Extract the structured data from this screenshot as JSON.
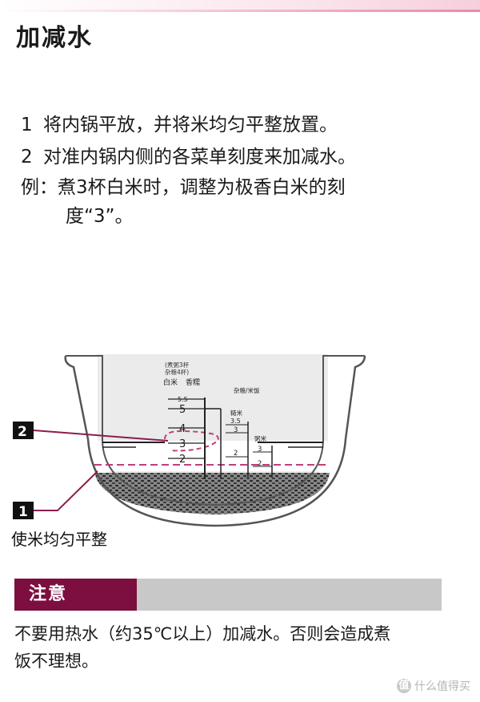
{
  "header": {
    "title": "加减水"
  },
  "steps": [
    {
      "num": "1",
      "text": "将内锅平放，并将米均匀平整放置。"
    },
    {
      "num": "2",
      "text": "对准内锅内侧的各菜单刻度来加减水。"
    }
  ],
  "example": {
    "line1": "例：煮3杯白米时，调整为极香白米的刻",
    "line2": "度“3”。"
  },
  "diagram": {
    "callout_1": "1",
    "callout_2": "2",
    "caption_1": "使米均匀平整",
    "top_note_line1": "(煮粥3杯",
    "top_note_line2": "杂粮4杯)",
    "col_white_rice": "白米",
    "col_fragrant": "香糯",
    "right_header": "杂粮/米饭",
    "mid_label": "糙米",
    "right_label": "粥米",
    "left_scale": [
      "5.5",
      "5",
      "4",
      "3",
      "2"
    ],
    "mid_scale": [
      "3.5",
      "3",
      "2"
    ],
    "right_scale": [
      "3",
      "2"
    ]
  },
  "notice": {
    "label": "注意",
    "text_line1": "不要用热水（约35℃以上）加减水。否则会造成煮",
    "text_line2": "饭不理想。"
  },
  "watermark": {
    "icon": "值",
    "text": "什么值得买"
  },
  "colors": {
    "accent": "#7c0f3f",
    "callout_line": "#8b1d4e",
    "dashed_line": "#c0407a"
  }
}
